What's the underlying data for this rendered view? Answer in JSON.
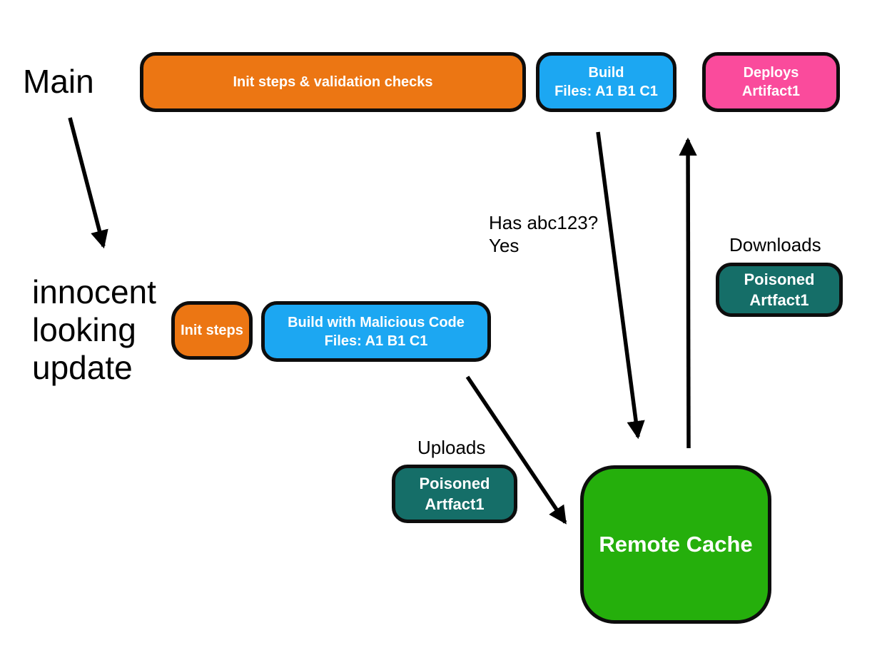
{
  "diagram": {
    "title_context": "build pipeline cache poisoning diagram",
    "branches": {
      "main_label": "Main",
      "update_label_line1": "innocent",
      "update_label_line2": "looking",
      "update_label_line3": "update"
    },
    "annotations": {
      "has_hash_line1": "Has abc123?",
      "has_hash_line2": "Yes",
      "downloads": "Downloads",
      "uploads": "Uploads"
    },
    "nodes": {
      "init_validation": {
        "label": "Init steps & validation checks"
      },
      "build": {
        "line1": "Build",
        "line2": "Files: A1 B1 C1"
      },
      "deploys": {
        "line1": "Deploys",
        "line2": "Artifact1"
      },
      "init_steps": {
        "label": "Init steps"
      },
      "build_malicious": {
        "line1": "Build with Malicious Code",
        "line2": "Files: A1 B1 C1"
      },
      "poisoned_download": {
        "line1": "Poisoned",
        "line2": "Artfact1"
      },
      "poisoned_upload": {
        "line1": "Poisoned",
        "line2": "Artfact1"
      },
      "remote_cache": {
        "label": "Remote Cache"
      }
    },
    "colors": {
      "orange": "#EC7613",
      "blue": "#1CA7F2",
      "pink": "#FA4B9C",
      "teal": "#156E68",
      "green": "#25AF0C",
      "outline": "#0D0D0D",
      "node_text": "#FFFFFF",
      "label_text": "#000000"
    }
  }
}
